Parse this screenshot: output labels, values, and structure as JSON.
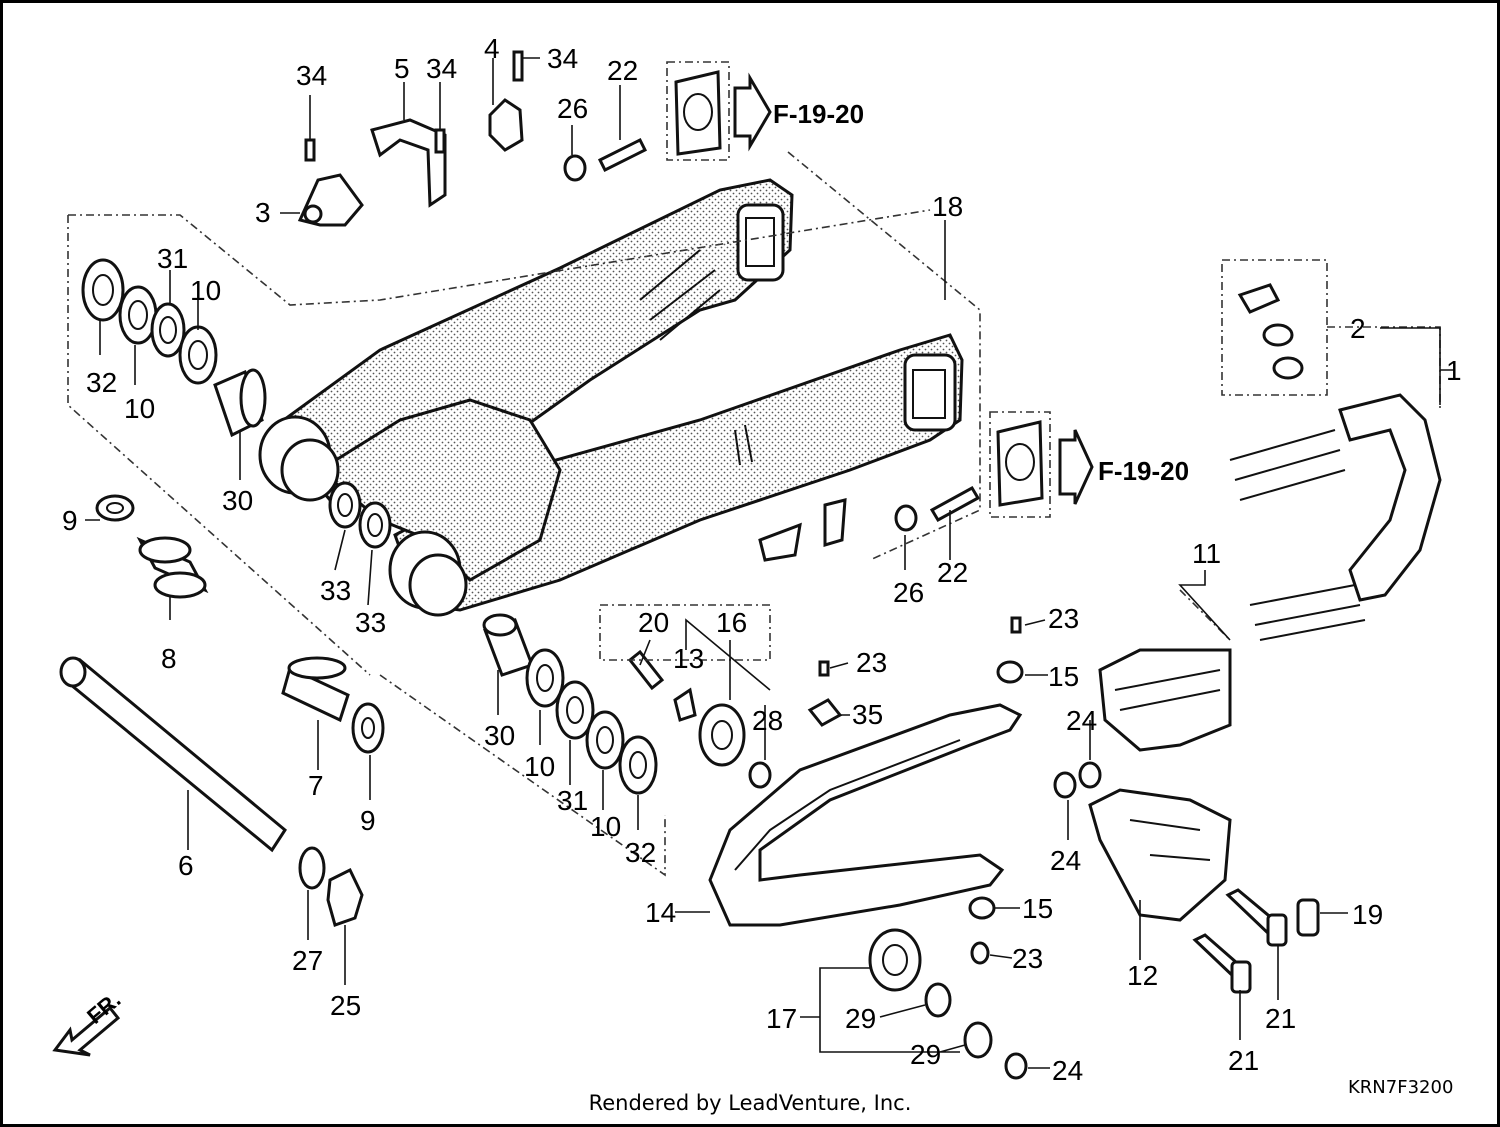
{
  "diagram": {
    "diagram_code": "KRN7F3200",
    "frame_reference_1": "F-19-20",
    "frame_reference_2": "F-19-20",
    "direction_label": "FR.",
    "callouts": {
      "c1": "1",
      "c2": "2",
      "c3": "3",
      "c4": "4",
      "c5": "5",
      "c6": "6",
      "c7": "7",
      "c8": "8",
      "c9a": "9",
      "c9b": "9",
      "c10a": "10",
      "c10b": "10",
      "c10c": "10",
      "c10d": "10",
      "c11": "11",
      "c12": "12",
      "c13": "13",
      "c14": "14",
      "c15a": "15",
      "c15b": "15",
      "c16": "16",
      "c17": "17",
      "c18": "18",
      "c19": "19",
      "c20": "20",
      "c21a": "21",
      "c21b": "21",
      "c22a": "22",
      "c22b": "22",
      "c23a": "23",
      "c23b": "23",
      "c23c": "23",
      "c24a": "24",
      "c24b": "24",
      "c24c": "24",
      "c25": "25",
      "c26a": "26",
      "c26b": "26",
      "c27": "27",
      "c28": "28",
      "c29a": "29",
      "c29b": "29",
      "c30a": "30",
      "c30b": "30",
      "c31a": "31",
      "c31b": "31",
      "c32a": "32",
      "c32b": "32",
      "c33a": "33",
      "c33b": "33",
      "c34a": "34",
      "c34b": "34",
      "c34c": "34",
      "c35": "35"
    }
  },
  "footer": {
    "rendered_by": "Rendered by LeadVenture, Inc."
  }
}
